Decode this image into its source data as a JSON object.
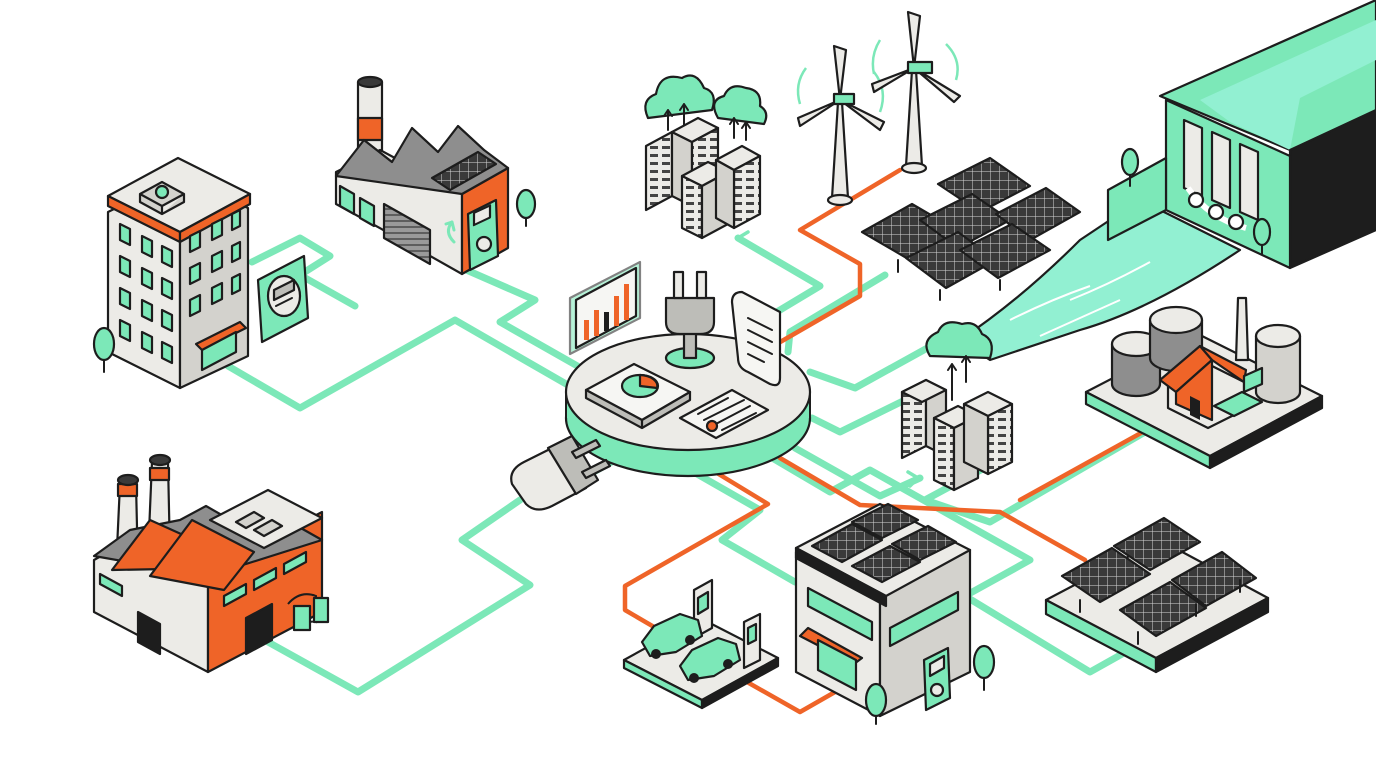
{
  "colors": {
    "accent_green": "#7ce8b8",
    "accent_orange": "#ef6428",
    "wall_light": "#ecebe7",
    "wall_shade": "#d3d2cd",
    "roof_grey": "#8e8e8e",
    "panel_dark": "#3a3a3a",
    "outline": "#1d1d1d",
    "water": "#92f0d2"
  },
  "nodes": [
    {
      "id": "central-hub",
      "icons": [
        "plug-icon",
        "pie-chart-icon",
        "bar-chart-icon",
        "invoice-scroll-icon",
        "contract-document-icon"
      ]
    },
    {
      "id": "office-building",
      "icons": [
        "smart-meter-icon",
        "tree-icon"
      ]
    },
    {
      "id": "roof-solar-factory",
      "icons": [
        "chimney-icon",
        "solar-panel-icon",
        "meter-icon"
      ]
    },
    {
      "id": "cloud-data-center",
      "icons": [
        "cloud-upload-icon",
        "server-rack-icon"
      ]
    },
    {
      "id": "wind-farm",
      "icons": [
        "wind-turbine-icon"
      ]
    },
    {
      "id": "solar-farm",
      "icons": [
        "solar-panel-icon"
      ]
    },
    {
      "id": "hydro-dam",
      "icons": [
        "dam-icon",
        "water-icon"
      ]
    },
    {
      "id": "edge-data-center",
      "icons": [
        "cloud-icon",
        "server-rack-icon"
      ]
    },
    {
      "id": "biogas-plant",
      "icons": [
        "storage-tank-icon",
        "chimney-icon"
      ]
    },
    {
      "id": "industrial-factory",
      "icons": [
        "chimney-icon",
        "pipe-icon"
      ]
    },
    {
      "id": "power-plug",
      "icons": [
        "plug-icon"
      ]
    },
    {
      "id": "ev-charging-station",
      "icons": [
        "ev-charger-icon",
        "car-icon"
      ]
    },
    {
      "id": "solar-commercial-building",
      "icons": [
        "solar-panel-icon",
        "meter-icon",
        "tree-icon"
      ]
    },
    {
      "id": "ground-solar-array",
      "icons": [
        "solar-panel-icon"
      ]
    }
  ],
  "links": {
    "green": [
      "office-building",
      "roof-solar-factory",
      "cloud-data-center",
      "wind-farm",
      "solar-farm",
      "hydro-dam",
      "edge-data-center",
      "biogas-plant",
      "industrial-factory",
      "power-plug",
      "solar-commercial-building",
      "ground-solar-array"
    ],
    "orange": [
      "wind-farm",
      "ev-charging-station",
      "solar-commercial-building",
      "ground-solar-array",
      "biogas-plant"
    ]
  }
}
